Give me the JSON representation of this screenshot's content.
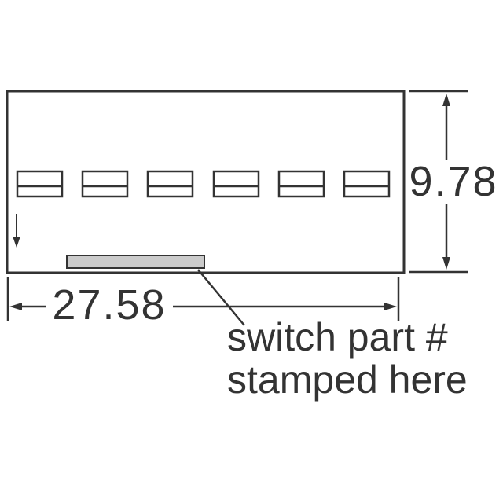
{
  "dimensions": {
    "width_label": "27.58",
    "height_label": "9.78"
  },
  "annotation": {
    "line1": "switch part #",
    "line2": "stamped here"
  },
  "switch_count": 6,
  "colors": {
    "line": "#333333",
    "label_fill": "#cbcbcb",
    "background": "#ffffff"
  }
}
